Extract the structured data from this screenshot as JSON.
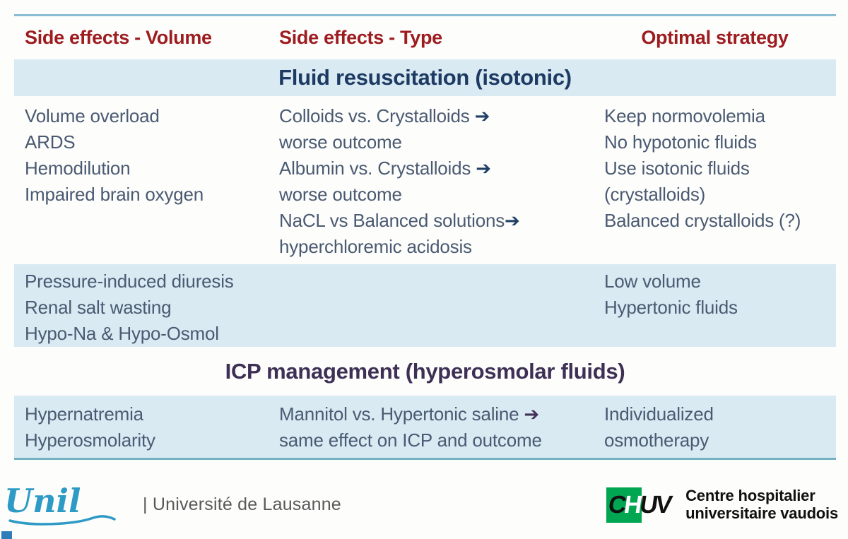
{
  "slide": {
    "header": {
      "col1": "Side effects - Volume",
      "col2": "Side effects - Type",
      "col3": "Optimal strategy"
    },
    "banner1": "Fluid resuscitation (isotonic)",
    "row1": {
      "volume": [
        "Volume overload",
        "ARDS",
        "Hemodilution",
        "Impaired brain oxygen"
      ],
      "type": [
        {
          "text": "Colloids vs. Crystalloids "
        },
        {
          "text": "worse outcome"
        },
        {
          "text": "Albumin vs. Crystalloids "
        },
        {
          "text": "worse outcome"
        },
        {
          "text": "NaCL vs Balanced solutions"
        },
        {
          "text": "hyperchloremic acidosis"
        }
      ],
      "strategy": [
        "Keep normovolemia",
        "No hypotonic fluids",
        "Use isotonic fluids",
        "(crystalloids)",
        "Balanced crystalloids (?)"
      ]
    },
    "row2": {
      "volume": [
        "Pressure-induced diuresis",
        "Renal salt wasting",
        "Hypo-Na & Hypo-Osmol"
      ],
      "strategy": [
        "Low volume",
        "Hypertonic fluids"
      ]
    },
    "banner2": "ICP management (hyperosmolar fluids)",
    "row3": {
      "volume": [
        "Hypernatremia",
        "Hyperosmolarity"
      ],
      "type": [
        {
          "text": "Mannitol vs. Hypertonic saline "
        },
        {
          "text": "same effect on ICP and outcome"
        }
      ],
      "strategy": [
        "Individualized",
        "osmotherapy"
      ]
    }
  },
  "icons": {
    "arrow_right": "➔"
  },
  "footer": {
    "unil_script": "Unil",
    "unil_tagline": "| Université de Lausanne",
    "chuv_c": "C",
    "chuv_h": "H",
    "chuv_uv": "UV",
    "chuv_line1": "Centre hospitalier",
    "chuv_line2": "universitaire vaudois"
  },
  "colors": {
    "header_red": "#9d1c20",
    "banner_navy": "#1d3a63",
    "body_text": "#4a5a72",
    "heading_purple": "#3e2f55",
    "band_blue": "#d9eaf3",
    "rule_blue": "#8abcd3",
    "teal_rule": "#74b2c3",
    "unil_blue": "#2e9bc6",
    "chuv_green": "#00a651",
    "footer_gray": "#58595b"
  }
}
